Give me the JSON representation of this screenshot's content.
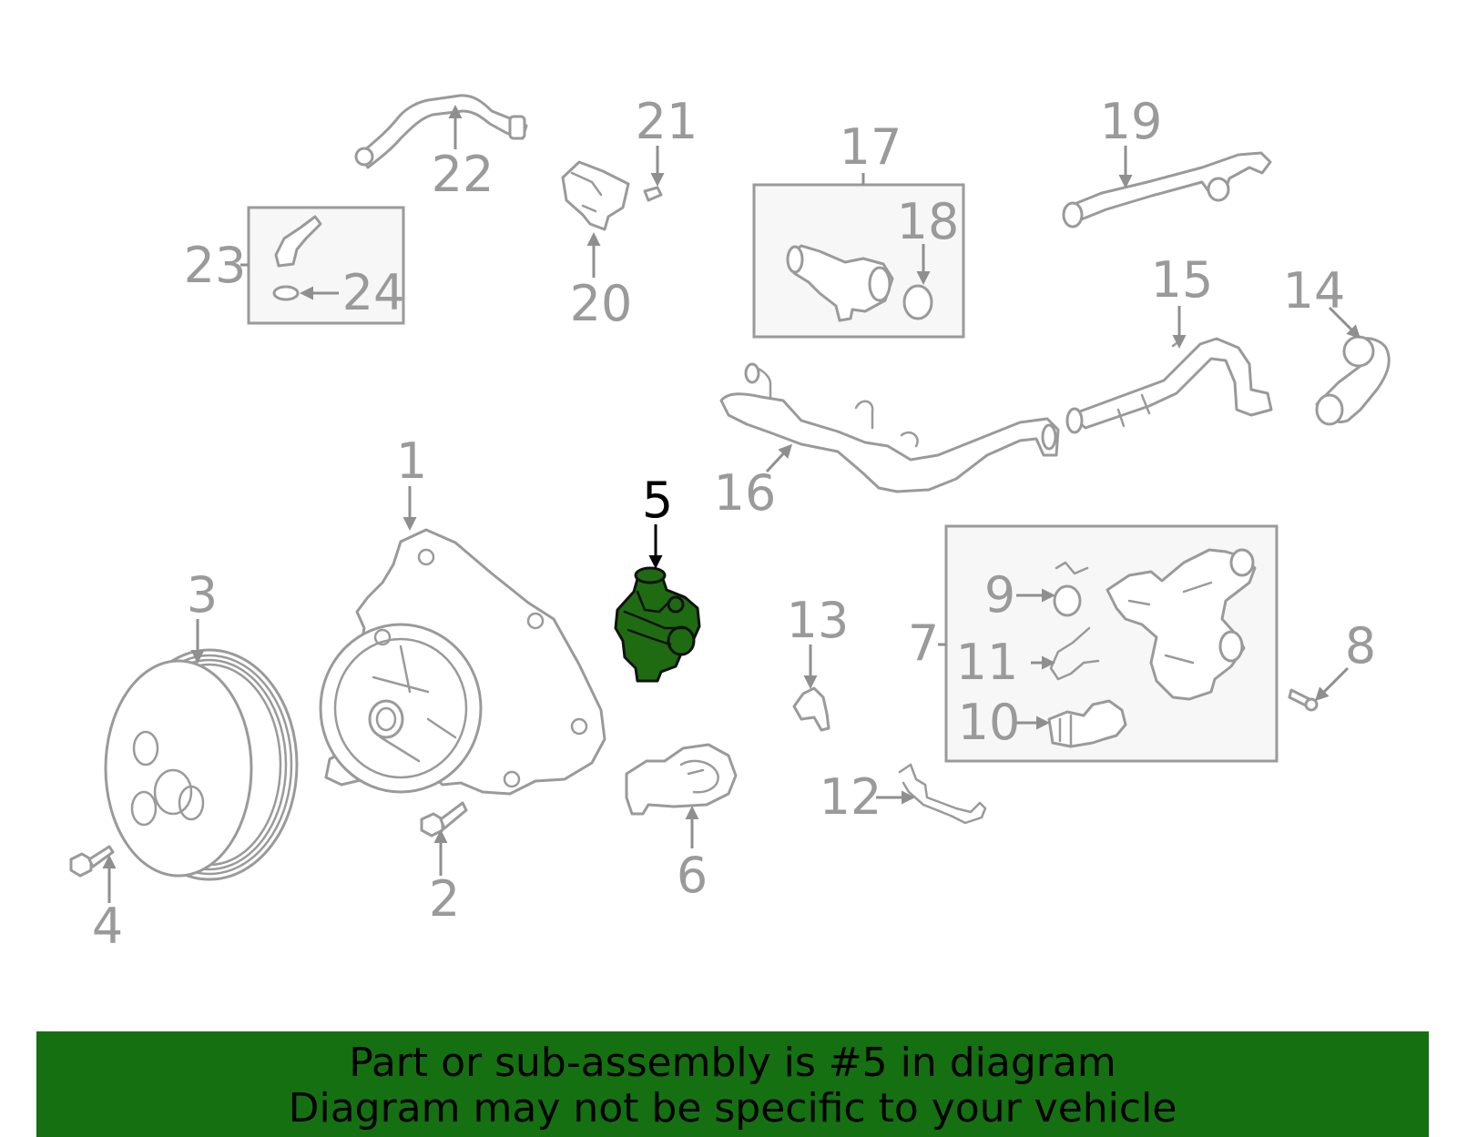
{
  "callouts": {
    "n1": "1",
    "n2": "2",
    "n3": "3",
    "n4": "4",
    "n5": "5",
    "n6": "6",
    "n7": "7",
    "n8": "8",
    "n9": "9",
    "n10": "10",
    "n11": "11",
    "n12": "12",
    "n13": "13",
    "n14": "14",
    "n15": "15",
    "n16": "16",
    "n17": "17",
    "n18": "18",
    "n19": "19",
    "n20": "20",
    "n21": "21",
    "n22": "22",
    "n23": "23",
    "n24": "24"
  },
  "highlight": {
    "part_number": "5",
    "color": "#1f6b12"
  },
  "banner": {
    "line1": "Part or sub-assembly is #5 in diagram",
    "line2": "Diagram may not be specific to your vehicle",
    "color": "#157011"
  }
}
